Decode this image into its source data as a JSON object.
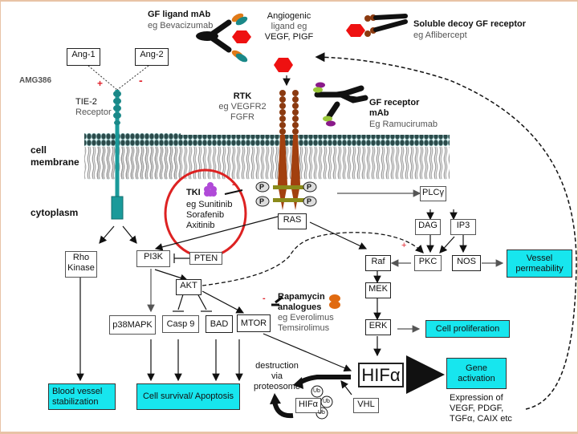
{
  "colors": {
    "border": "#e8c3a6",
    "outcome_box": "#17e6ee",
    "ligand": "#ee1111",
    "tie2_receptor": "#1a9a9a",
    "rtk": "#8b3a10",
    "tki_highlight_circle": "#dd2222",
    "tki_molecule": "#b04ad8",
    "rapamycin_molecule": "#e06a10"
  },
  "labels": {
    "gf_ligand_mab_title": "GF ligand mAb",
    "gf_ligand_mab_example": "eg Bevacizumab",
    "angiogenic_ligand": [
      "Angiogenic",
      "ligand eg",
      "VEGF, PIGF"
    ],
    "soluble_decoy_title": "Soluble decoy GF receptor",
    "soluble_decoy_example": "eg Aflibercept",
    "amg386": "AMG386",
    "tie2": [
      "TIE-2",
      "Receptor"
    ],
    "rtk_title": "RTK",
    "rtk_examples": [
      "eg VEGFR2",
      "FGFR"
    ],
    "gf_receptor_mab_title": [
      "GF receptor",
      "mAb"
    ],
    "gf_receptor_mab_example": "Eg Ramucirumab",
    "cell_membrane": [
      "cell",
      "membrane"
    ],
    "cytoplasm": "cytoplasm",
    "tki_title": "TKI",
    "tki_examples": [
      "eg Sunitinib",
      "Sorafenib",
      "Axitinib"
    ],
    "rapamycin_title": [
      "Rapamycin",
      "analogues"
    ],
    "rapamycin_examples": [
      "eg Everolimus",
      "Temsirolimus"
    ],
    "destruction": [
      "destruction",
      "via",
      "proteosome"
    ],
    "expression": [
      "Expression of",
      "VEGF, PDGF,",
      "TGFα, CAIX etc"
    ],
    "plus": "+",
    "minus": "-",
    "phospho": "P",
    "ubiquitin": "Ub"
  },
  "nodes": {
    "ang1": "Ang-1",
    "ang2": "Ang-2",
    "ras": "RAS",
    "plcg": "PLCγ",
    "dag": "DAG",
    "ip3": "IP3",
    "pkc": "PKC",
    "nos": "NOS",
    "raf": "Raf",
    "mek": "MEK",
    "erk": "ERK",
    "rho_kinase": [
      "Rho",
      "Kinase"
    ],
    "pi3k": "PI3K",
    "pten": "PTEN",
    "akt": "AKT",
    "p38mapk": "p38MAPK",
    "casp9": "Casp 9",
    "bad": "BAD",
    "mtor": "MTOR",
    "hif_alpha": "HIFα",
    "hif_alpha_small": "HIFα",
    "vhl": "VHL"
  },
  "outcomes": {
    "vessel_permeability": "Vessel permeability",
    "cell_proliferation": "Cell proliferation",
    "gene_activation": "Gene activation",
    "blood_vessel_stabilization": "Blood vessel stabilization",
    "cell_survival_apoptosis": "Cell survival/ Apoptosis"
  }
}
